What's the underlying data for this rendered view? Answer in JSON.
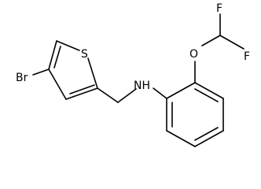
{
  "molecule": {
    "atoms": {
      "bromine": "Br",
      "sulfur": "S",
      "amine": "NH",
      "oxygen": "O",
      "fluorine_top": "F",
      "fluorine_bottom": "F"
    }
  },
  "colors": {
    "bond": "#000000",
    "text": "#000000",
    "background": "#ffffff"
  }
}
